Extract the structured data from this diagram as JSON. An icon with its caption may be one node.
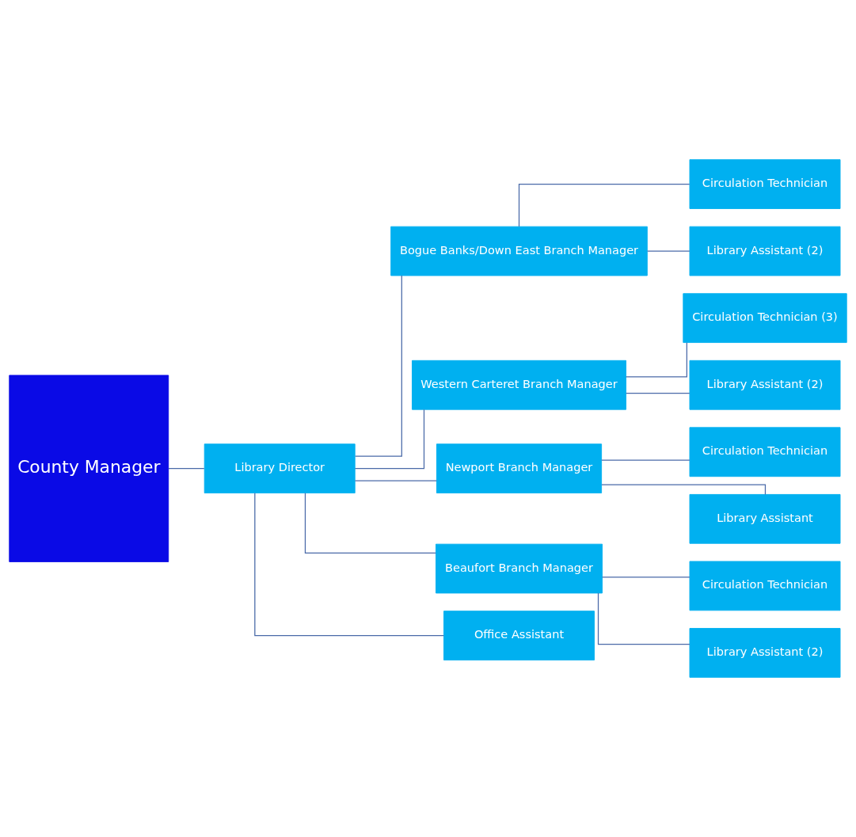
{
  "diagram": {
    "nodes": [
      {
        "text": [
          "County Manager"
        ]
      },
      {
        "text": [
          "Library Director"
        ]
      },
      {
        "text": [
          "Bogue Banks/Down East Branch Manager"
        ]
      },
      {
        "text": [
          "Circulation Technician"
        ]
      },
      {
        "text": [
          "Library Assistant (2)"
        ]
      },
      {
        "text": [
          "Western Carteret Branch Manager"
        ]
      },
      {
        "text": [
          "Circulation Technician (3)"
        ]
      },
      {
        "text": [
          "Library Assistant (2)"
        ]
      },
      {
        "text": [
          "Newport Branch Manager"
        ]
      },
      {
        "text": [
          "Circulation Technician"
        ]
      },
      {
        "text": [
          "Library Assistant"
        ]
      },
      {
        "text": [
          "Beaufort Branch Manager"
        ]
      },
      {
        "text": [
          "Circulation Technician"
        ]
      },
      {
        "text": [
          "Library Assistant (2)"
        ]
      },
      {
        "text": [
          "Office Assistant"
        ]
      }
    ],
    "edges": [
      {
        "from": 0,
        "to": 1,
        "arrow": "none"
      },
      {
        "from": 1,
        "to": 2,
        "arrow": "none"
      },
      {
        "from": 1,
        "to": 5,
        "arrow": "none"
      },
      {
        "from": 1,
        "to": 8,
        "arrow": "none"
      },
      {
        "from": 1,
        "to": 11,
        "arrow": "none"
      },
      {
        "from": 1,
        "to": 14,
        "arrow": "none"
      },
      {
        "from": 2,
        "to": 3,
        "arrow": "none"
      },
      {
        "from": 2,
        "to": 4,
        "arrow": "none"
      },
      {
        "from": 5,
        "to": 6,
        "arrow": "none"
      },
      {
        "from": 5,
        "to": 7,
        "arrow": "none"
      },
      {
        "from": 8,
        "to": 9,
        "arrow": "none"
      },
      {
        "from": 8,
        "to": 10,
        "arrow": "none"
      },
      {
        "from": 11,
        "to": 12,
        "arrow": "none"
      },
      {
        "from": 11,
        "to": 13,
        "arrow": "none"
      }
    ]
  }
}
